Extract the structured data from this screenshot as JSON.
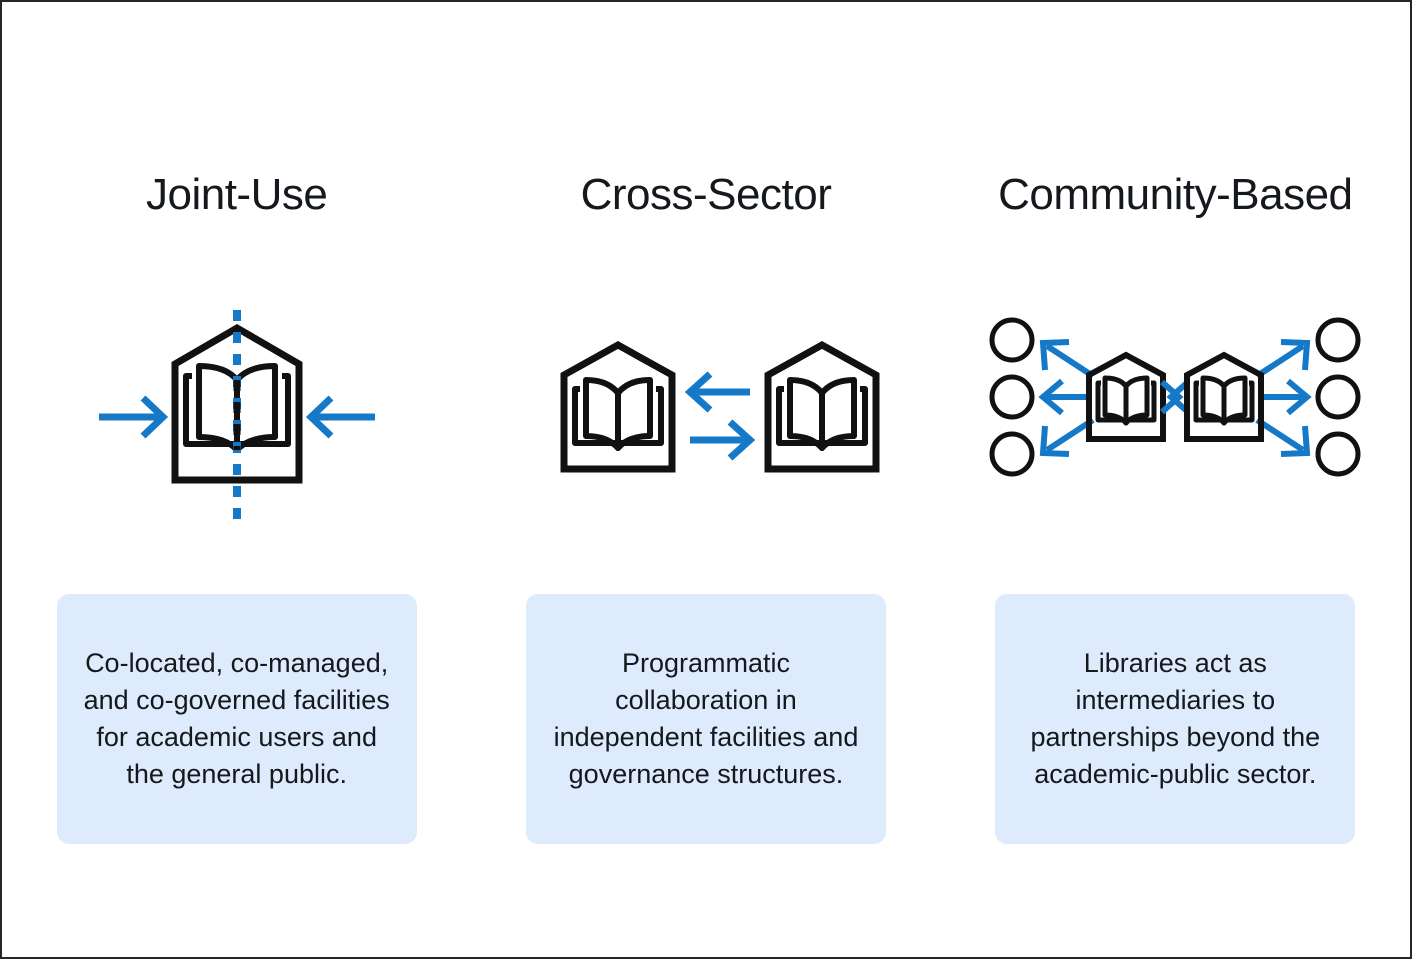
{
  "figure": {
    "background": "#ffffff",
    "border_color": "#262626",
    "accent_blue": "#1579c8",
    "ink_black": "#111111",
    "caption_bg": "#deebfc"
  },
  "columns": [
    {
      "id": "joint-use",
      "title": "Joint-Use",
      "icon": {
        "name": "single-library-split-icon",
        "elements": [
          "library-building",
          "open-book",
          "dashed-divider-line",
          "arrow-left-inward",
          "arrow-right-inward"
        ]
      },
      "caption": "Co-located, co-managed, and co-governed facilities for academic users and the general public."
    },
    {
      "id": "cross-sector",
      "title": "Cross-Sector",
      "icon": {
        "name": "two-libraries-exchange-icon",
        "elements": [
          "library-building-left",
          "library-building-right",
          "arrow-pointing-left",
          "arrow-pointing-right"
        ]
      },
      "caption": "Programmatic collaboration in independent facilities and governance structures."
    },
    {
      "id": "community-based",
      "title": "Community-Based",
      "icon": {
        "name": "libraries-community-network-icon",
        "elements": [
          "library-building-left",
          "library-building-right",
          "double-headed-arrow",
          "radiating-arrows",
          "community-node-circles"
        ]
      },
      "caption": "Libraries act as intermediaries to partnerships beyond the academic-public sector."
    }
  ]
}
